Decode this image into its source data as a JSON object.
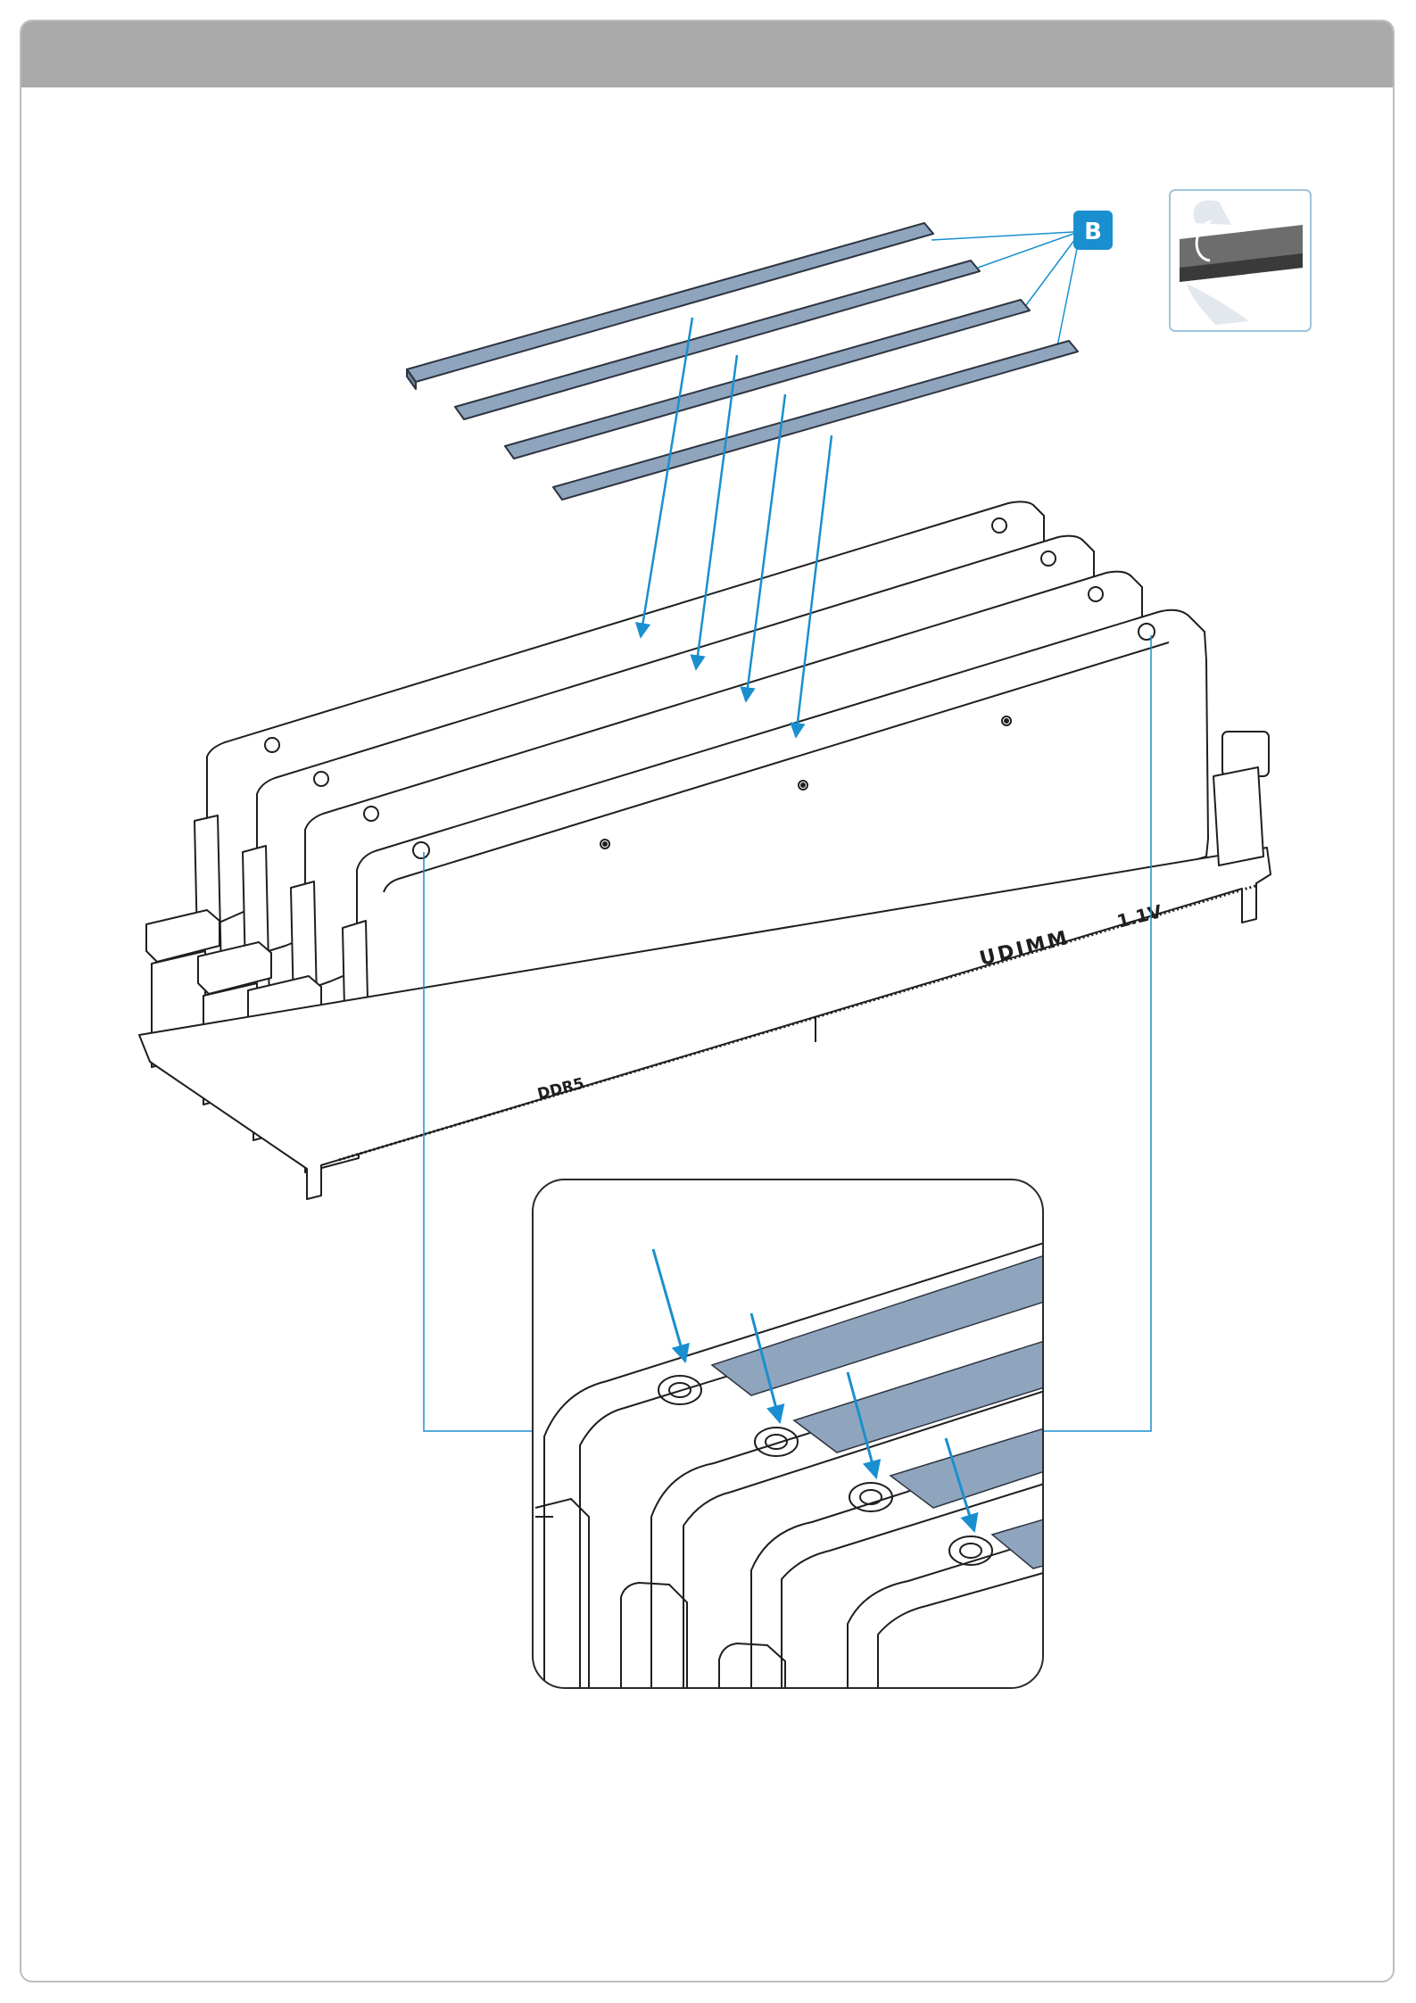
{
  "colors": {
    "header_bar": "#aaaaaa",
    "frame_border": "#bdbdbd",
    "thermal_pad": "#8fa5bd",
    "pad_outline": "#2e3440",
    "arrow": "#1a8fcf",
    "badge": "#1a8fcf",
    "module_line": "#1f1f1f",
    "module_fill": "#ffffff"
  },
  "badge": {
    "label": "B"
  },
  "module_labels": {
    "ddr": "DDR5",
    "form_factor": "UDIMM",
    "voltage": "1.1V"
  },
  "icons": {
    "logo": "alphacool-logo-icon",
    "peel_film": "peel-protective-film-icon"
  }
}
